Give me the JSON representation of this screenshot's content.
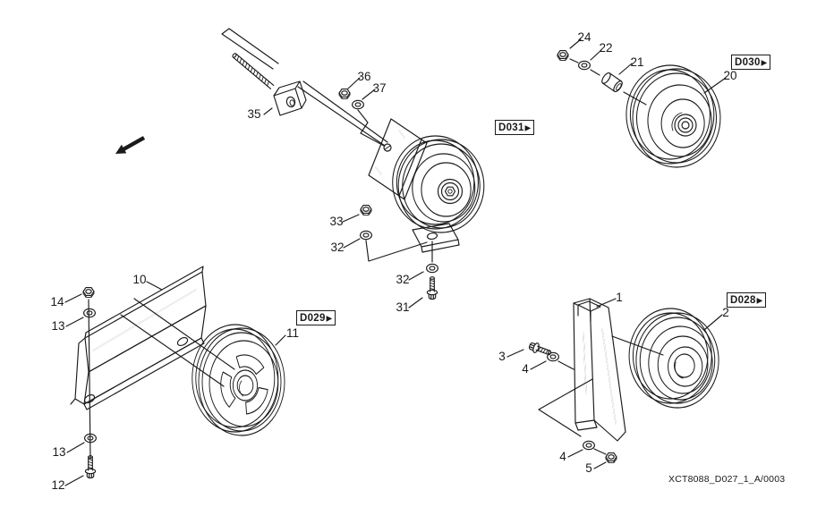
{
  "colors": {
    "line": "#1a1a1a",
    "background": "#ffffff"
  },
  "icons": {
    "ref_arrow": "▶"
  },
  "footer": {
    "code": "XCT8088_D027_1_A/0003"
  },
  "assemblies": [
    {
      "ref": "D031",
      "parts": [
        "35",
        "36",
        "37",
        "33",
        "32",
        "32",
        "31"
      ]
    },
    {
      "ref": "D030",
      "parts": [
        "24",
        "22",
        "21",
        "20"
      ]
    },
    {
      "ref": "D029",
      "parts": [
        "10",
        "14",
        "13",
        "11",
        "13",
        "12"
      ]
    },
    {
      "ref": "D028",
      "parts": [
        "1",
        "2",
        "3",
        "4",
        "4",
        "5"
      ]
    }
  ]
}
